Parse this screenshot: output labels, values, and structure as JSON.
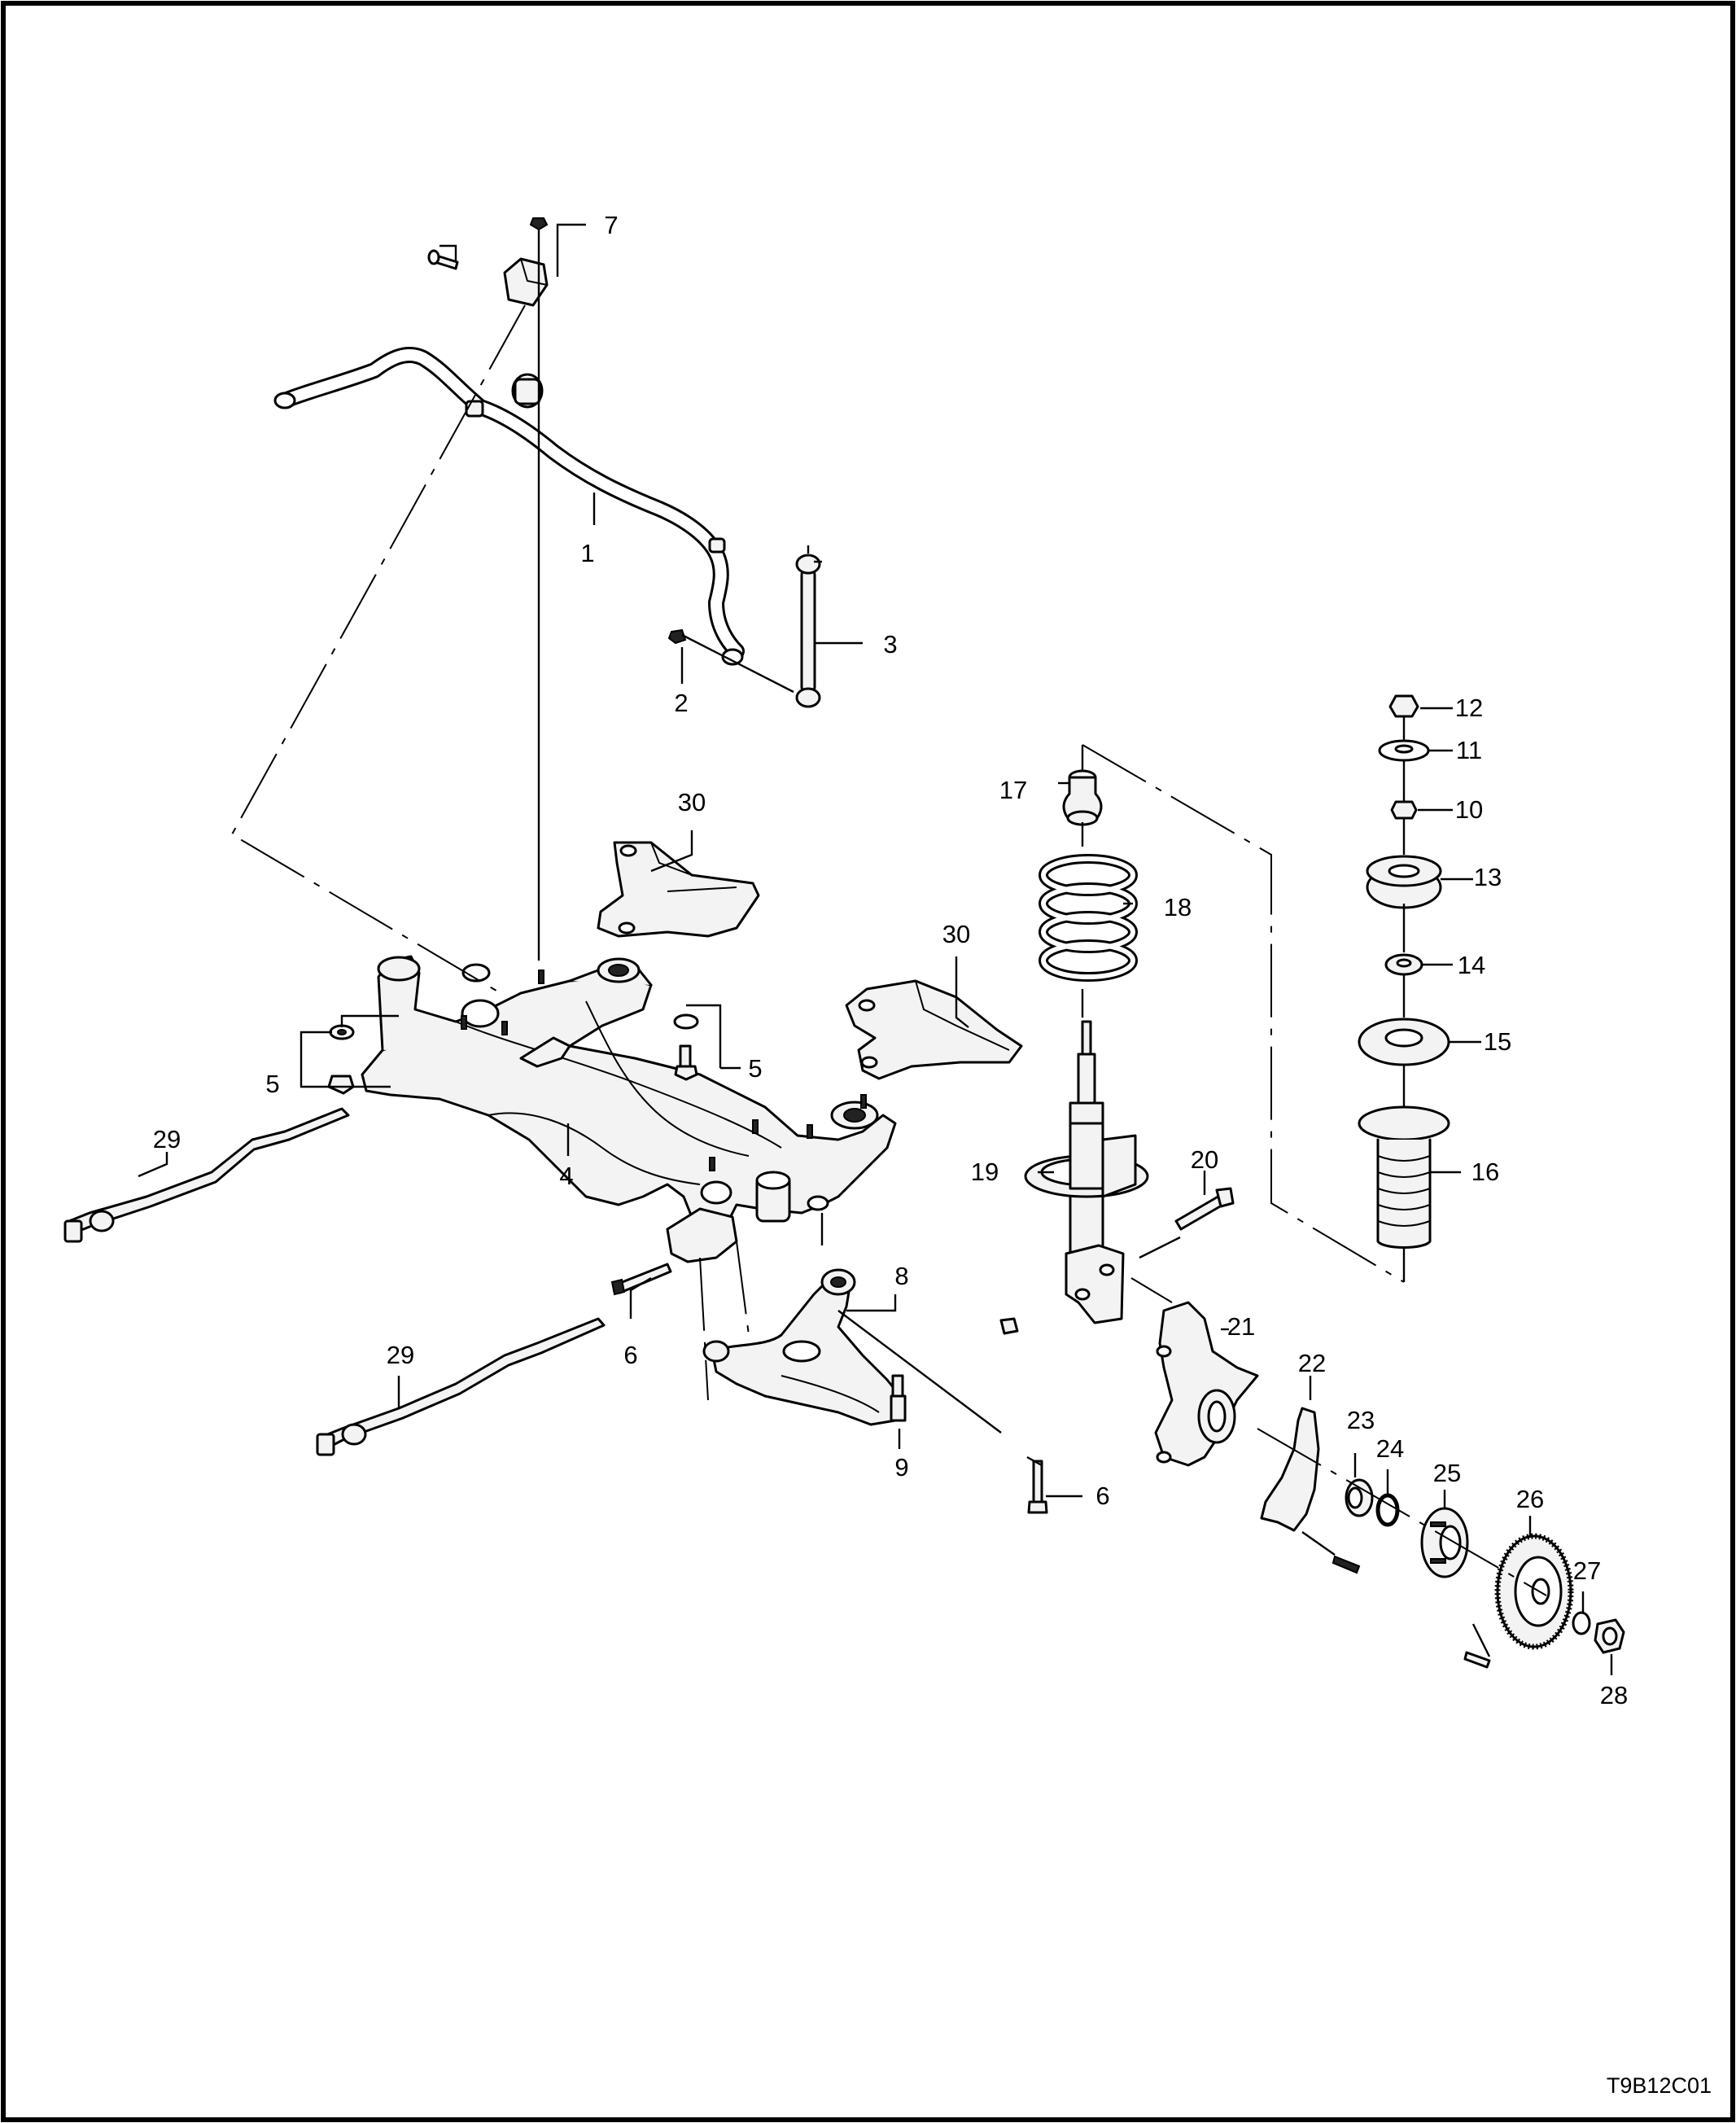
{
  "figure_code": "T9B12C01",
  "callouts": {
    "c1": "1",
    "c2": "2",
    "c3": "3",
    "c4": "4",
    "c5a": "5",
    "c5b": "5",
    "c6a": "6",
    "c6b": "6",
    "c7": "7",
    "c8": "8",
    "c9": "9",
    "c10": "10",
    "c11": "11",
    "c12": "12",
    "c13": "13",
    "c14": "14",
    "c15": "15",
    "c16": "16",
    "c17": "17",
    "c18": "18",
    "c19": "19",
    "c20": "20",
    "c21": "21",
    "c22": "22",
    "c23": "23",
    "c24": "24",
    "c25": "25",
    "c26": "26",
    "c27": "27",
    "c28": "28",
    "c29a": "29",
    "c29b": "29",
    "c30a": "30",
    "c30b": "30"
  }
}
